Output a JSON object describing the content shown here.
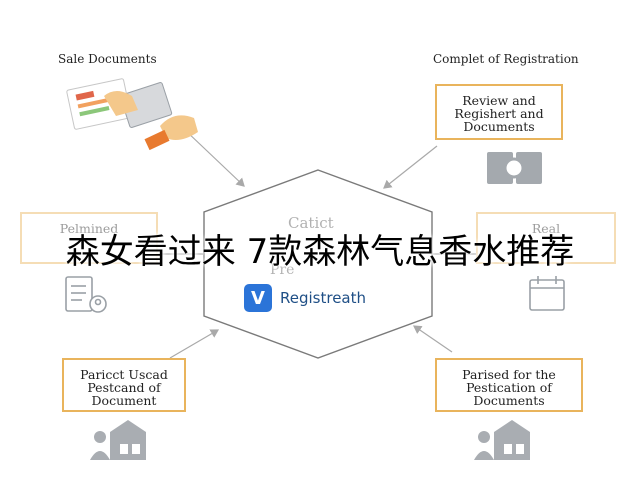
{
  "labels": {
    "top_left": "Sale Documents",
    "top_right": "Complet of Registration"
  },
  "boxes": {
    "top_right": [
      "Review and",
      "Regishert and",
      "Documents"
    ],
    "mid_left": [
      "Pelmined",
      "",
      ""
    ],
    "mid_right": [
      "Real",
      "",
      ""
    ],
    "bottom_left": [
      "Paricct Uscad",
      "Pestcand of",
      "Document"
    ],
    "bottom_right": [
      "Parised for the",
      "Pestication of",
      "Documents"
    ]
  },
  "center": {
    "faded_top": "Catict",
    "faded_bottom": "Pre",
    "brand_letter": "V",
    "brand_name": "Registreath"
  },
  "overlay_text": "森女看过来 7款森林气息香水推荐",
  "colors": {
    "box_border": "#e9b45c",
    "brand_blue": "#2b74d8",
    "icon_gray": "#9aa0a6",
    "line_gray": "#a9a9a9"
  },
  "icons": [
    "hand-document-icon",
    "book-icon",
    "document-person-icon",
    "calendar-icon",
    "people-house-icon"
  ]
}
